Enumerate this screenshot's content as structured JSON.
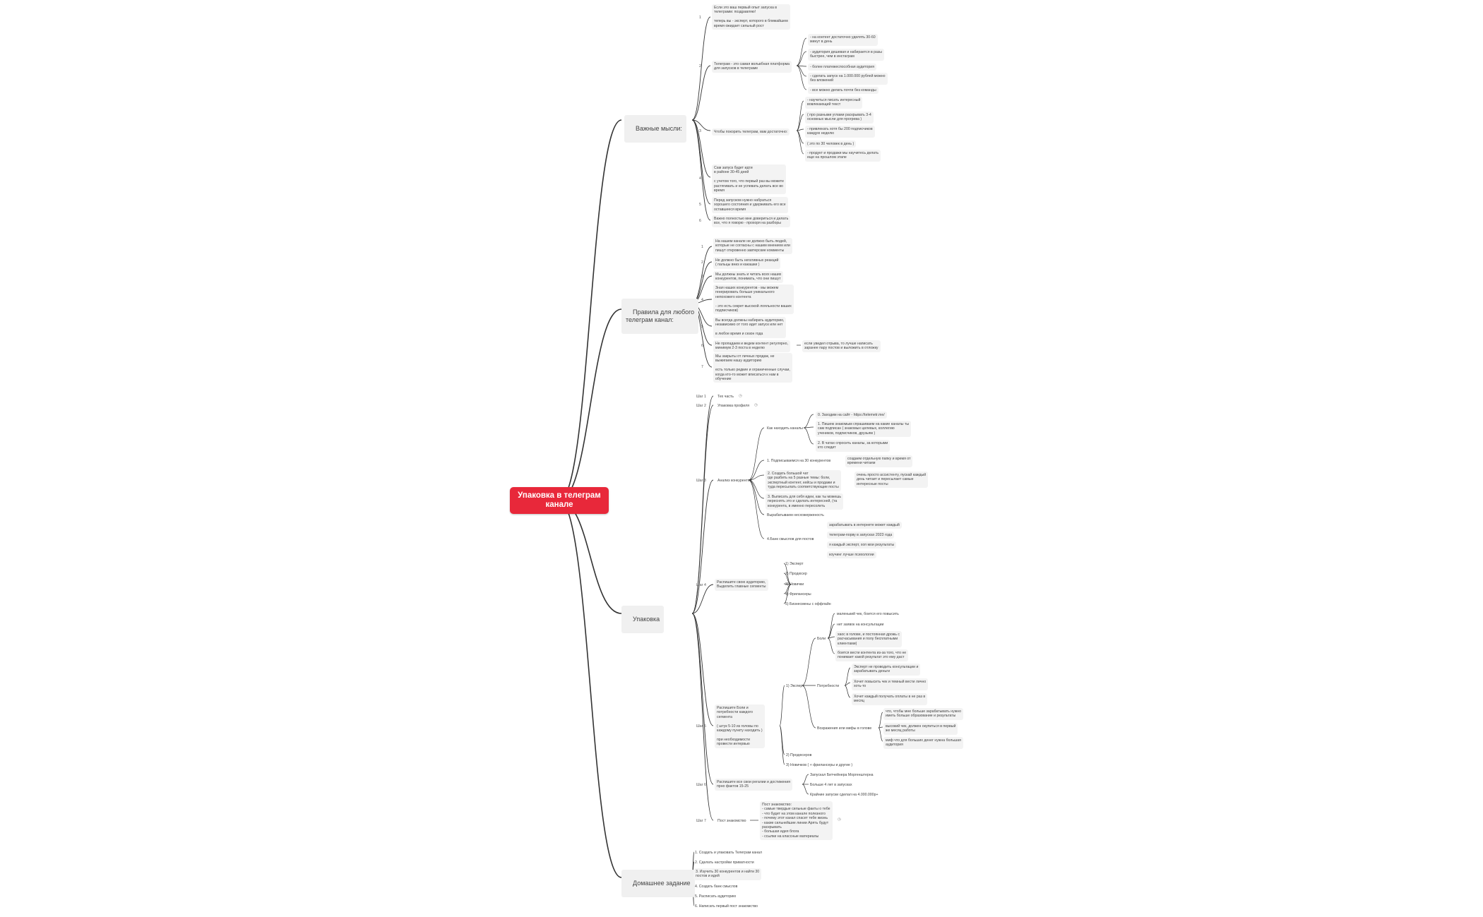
{
  "root": {
    "title": "Упаковка в телеграм канале"
  },
  "branches": {
    "vazhnye": {
      "label": "Важные мысли:",
      "items": [
        {
          "num": "1",
          "text": "Если это ваш первый опыт запуска в\nтелеграмм: поздравляю!\n\nтеперь вы - эксперт, которого в ближайшем\nвремя ожидает сильный рост"
        },
        {
          "num": "2",
          "text": "Телеграм - это самая вольвбная платформа\nдля запусков в телеграме",
          "children": [
            "- на контент достаточно уделять 30-60\nминут в день",
            "- аудитория дешевая и набирается в разы\nбыстрее, чем в инстаграм",
            "- более платежеспособная аудитория",
            "- сделать запуск на 1.000.000 рублей можно\nбез вложений",
            "- все можно делать почти без команды"
          ]
        },
        {
          "num": "3",
          "text": "Чтобы покорить телеграм, вам достаточно:",
          "children": [
            "- научиться писать интересный\nвовлекающий текст",
            "( про разными углами раскрывать 3-4\nосновных мысли для прогрева )",
            "- привлекать хотя бы 200 подписчиков\nкаждую неделю",
            "( это по 30 человек в день )",
            "- продукт и продажи мы научитесь делать\nеще на прошлом этапе"
          ]
        },
        {
          "num": "4",
          "text": "Сам запуск будет идти\nв районе 30-45 дней\n\nс учетом того, что первый раз вы можете\nрастягивать и не успевать делать все во\nвремя"
        },
        {
          "num": "5",
          "text": "Перед запуском нужно набраться\nхорошего состояния и удерживать его все\nоставшееся время"
        },
        {
          "num": "6",
          "text": "Важно полностью мне довериться и делать\nвсе, что я говорю - прохоря на разборы"
        }
      ]
    },
    "pravila": {
      "label": "Правила для любого\nтелеграм канал:",
      "items": [
        {
          "num": "1",
          "text": "На нашем канале не должно быть людей,\nкоторые не согласны с нашим мнением или\nпишут откровенно завтерские комменты"
        },
        {
          "num": "2",
          "text": "Не должно быть негативных реакций\n( пальцы вниз и какашки )"
        },
        {
          "num": "3",
          "text": "Мы должны знать и читать всех наших\nконкурентов, понимать, что они пишут"
        },
        {
          "num": "4",
          "text": "Зная наших конкурентов - мы можем\nгенерировать больше уникального\nнепохожего контента\n\n- это есть секрет высокой лояльности ваших\nподписчиков)"
        },
        {
          "num": "5",
          "text": "Вы всегда должны набирать аудиторию,\nнезависимо от того идет запуск или нет\n\nв любое время и сезон года"
        },
        {
          "num": "6",
          "text": "Не пропадаем и ведем контент регулярно,\nминимум 2-3 поста в неделю",
          "children": [
            "если увидел отрыва, то лучше написать\nзаранее пару постов и выложить в отложку"
          ]
        },
        {
          "num": "7",
          "text": "Мы закрыты от личных продаж, не\nвыжигаем нашу аудиторию\n\nесть только редкие и ограниченные случаи,\nкогда кто-то может вписаться к нам в\nобучение"
        }
      ]
    },
    "upakovka": {
      "label": "Упаковка",
      "steps": [
        {
          "num": "Шаг 1",
          "text": "Тех часть",
          "emoji": "◷"
        },
        {
          "num": "Шаг 2",
          "text": "Упаковка профиля",
          "emoji": "◷"
        },
        {
          "num": "Шаг 3",
          "text": "Анализ конкурентов",
          "sub": [
            {
              "text": "Как находить каналы",
              "children": [
                "0. Заходим на сайт - https://telemetr.me/",
                "1. Пишем знакомым спрашиваем на какие каналы ты\nсам подписан ( знакомых целевых, коллегию\nучеников, подписчиков, друзьям )",
                "2. В чатах спросить каналы, за которыми\nкто следит"
              ]
            },
            {
              "text": "1. Подписываемся на 30 конкурентов",
              "children": [
                "создаем отдельную папку и время от\nвремени читаем"
              ]
            },
            {
              "text": "2. Создать большой чат\nгде разбить на 5 разные темы: боли,\nэкспертный контент, кейсы и продажи и\nтуда пересылать соответствующие посты",
              "children": [
                "очень просто ассистенту, пускай каждый\nдень читает и пересылает самые\nинтересные посты"
              ]
            },
            {
              "text": "3. Выписать для себя идеи, как ты можешь\nпереснять это и сделать интересней, (та\nконкурента, в именно пересолить"
            },
            {
              "text": "Вырабатываем несхожерженость"
            },
            {
              "text": "4.Банк смыслов для постов",
              "children": [
                "зарабатывать в интернете может каждый",
                "телеграм-порву в запусках 2023 года",
                "я каждый эксперт, хоп мои результаты",
                "коучинг лучше психологии"
              ]
            }
          ]
        },
        {
          "num": "Шаг 4",
          "text": "Распишите свою аудиторию,\nВыделить главные сегменты",
          "children": [
            "1) Эксперт",
            "2) Продюсер",
            "3) Новички",
            "4) Фрилансеры",
            "5) Бизнесмены с оффлайн"
          ]
        },
        {
          "num": "Шаг 5",
          "text": "Распишите Боли и\nпотребности каждого\nсегмента\n\n( штук 5-10 из головы по\nкаждому пункту находить )\n\nпри необходимости\nпровести интервью",
          "segments": [
            {
              "text": "1) Эксперт",
              "groups": [
                {
                  "label": "Боли",
                  "children": [
                    "маленький чек, боится его повысить",
                    "нет заявок на консультации",
                    "хаос в голове, и постоянная дрожь с\nрасчасывания и полу бесплатными\nклиентами)",
                    "боится вести контента из-за того, что не\nпонимает какой результат это ему даст"
                  ]
                },
                {
                  "label": "Потребности",
                  "children": [
                    "Эксперт не проводить консультации и\nзарабатывать деньги",
                    "Хочет повысить чек и темный вести лично\nхоть-то",
                    "Хочет каждый получать оплаты в не раз в\nмесяц"
                  ]
                },
                {
                  "label": "Возражения или мифы в голове",
                  "children": [
                    "что, чтобы мне больше зарабатывать нужно\nиметь больше образование и результаты",
                    "высокий чек, должен окупиться в первый\nже месяц работы",
                    "миф что для больших денег нужна большая\nаудитория"
                  ]
                }
              ]
            },
            {
              "text": "2) Продюсеров"
            },
            {
              "text": "3) Новичков ( + фрилансеры и другие )"
            }
          ]
        },
        {
          "num": "Шаг 6",
          "text": "Распишите все свои регалии и достижения\nпрно фактов 15-25",
          "children": [
            "Запускал Битчейнера Моргенштерна",
            "Больше 4 лет в запусках",
            "Крайние запуски сделал на 4.000.000р+"
          ]
        },
        {
          "num": "Шаг 7",
          "text": "Пост знакомство",
          "detail": "Пост знакомство:\n- самые твердые сильные факты о тебе\n- что будет на этом канале полезного\n- почему этот канал спасет тебе жизнь\n- какие сильнейшие линии Арять будут\nраскрывать\n- большая идея блога\n- ссылки на классные материалы",
          "emoji": "◷"
        }
      ]
    },
    "dz": {
      "label": "Домашнее задание",
      "items": [
        "1. Создать и упаковать Телеграм канал",
        "2. Сделать настройки приватности",
        "3. Изучить 30 конкурентов и найти 30\nпостов и идей",
        "4. Создать банк смыслов",
        "5. Расписать аудиторию",
        "6. Написать первый пост знакомство"
      ]
    }
  }
}
